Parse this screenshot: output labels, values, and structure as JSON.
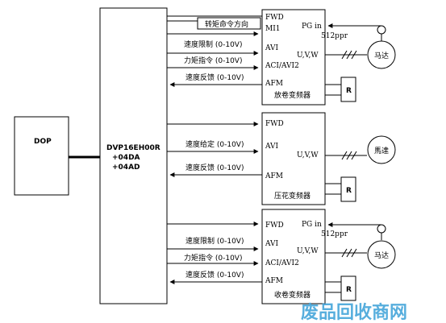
{
  "dop": {
    "label": "DOP"
  },
  "plc": {
    "line1": "DVP16EH00R",
    "line2": "+04DA",
    "line3": "+04AD"
  },
  "unwind": {
    "inputs": [
      "FWD",
      "MI1",
      "AVI",
      "ACI/AVI2",
      "AFM"
    ],
    "pg": "PG in",
    "out": "U,V,W",
    "name": "放卷变频器",
    "r": "R",
    "ppr": "512ppr",
    "motor": "马达",
    "signals": {
      "dir": "转矩命令方向",
      "speed_limit": "速度限制 (0-10V)",
      "torque": "力矩指令 (0-10V)",
      "feedback": "速度反馈 (0-10V)"
    }
  },
  "emboss": {
    "inputs": [
      "FWD",
      "AVI",
      "AFM"
    ],
    "out": "U,V,W",
    "name": "压花变频器",
    "r": "R",
    "motor": "馬達",
    "signals": {
      "speed_set": "速度给定 (0-10V)",
      "feedback": "速度反馈 (0-10V)"
    }
  },
  "rewind": {
    "inputs": [
      "FWD",
      "AVI",
      "ACI/AVI2",
      "AFM"
    ],
    "pg": "PG in",
    "out": "U,V,W",
    "name": "收卷变频器",
    "r": "R",
    "ppr": "512ppr",
    "motor": "马达",
    "signals": {
      "speed_limit": "速度限制 (0-10V)",
      "torque": "力矩指令 (0-10V)",
      "feedback": "速度反馈 (0-10V)"
    }
  },
  "watermark": "废品回收商网"
}
